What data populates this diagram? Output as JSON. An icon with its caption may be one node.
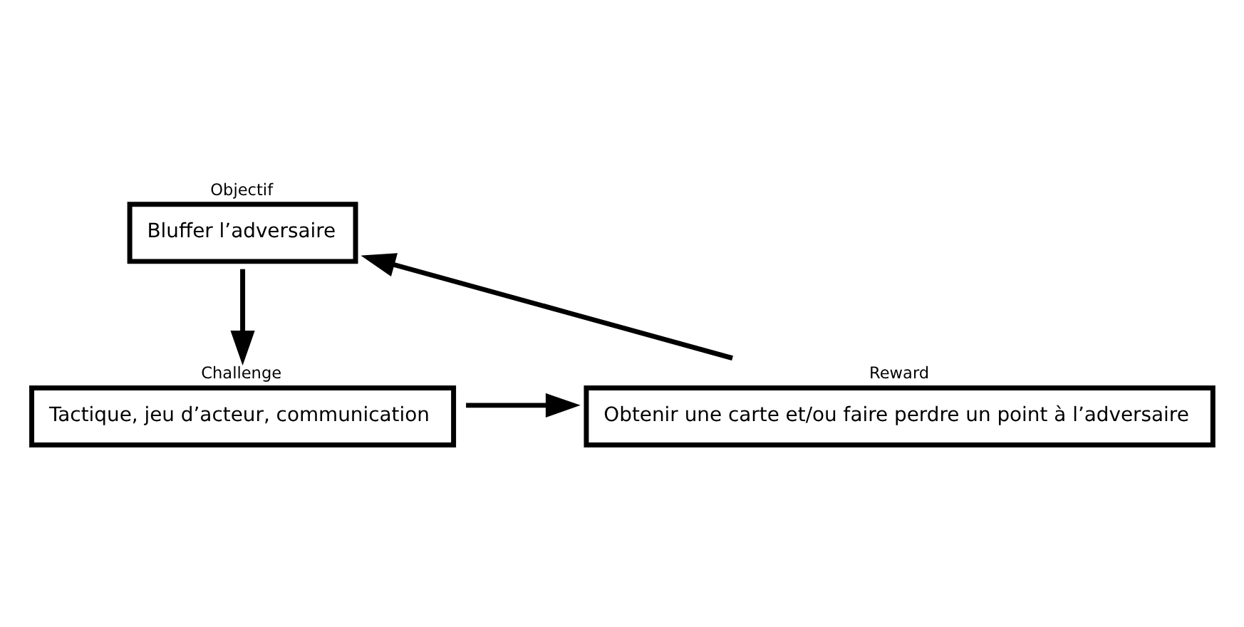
{
  "diagram": {
    "nodes": [
      {
        "text": [
          "Objectif",
          "Bluffer l’adversaire"
        ]
      },
      {
        "text": [
          "Reward",
          "Obtenir une carte et/ou faire perdre un point à l’adversaire"
        ]
      },
      {
        "text": [
          "Challenge",
          "Tactique, jeu d’acteur, communication"
        ]
      }
    ],
    "edges": [
      {
        "from": 0,
        "to": 2,
        "arrow": "to"
      },
      {
        "from": 2,
        "to": 1,
        "arrow": "to"
      },
      {
        "from": 1,
        "to": 0,
        "arrow": "to"
      }
    ]
  }
}
